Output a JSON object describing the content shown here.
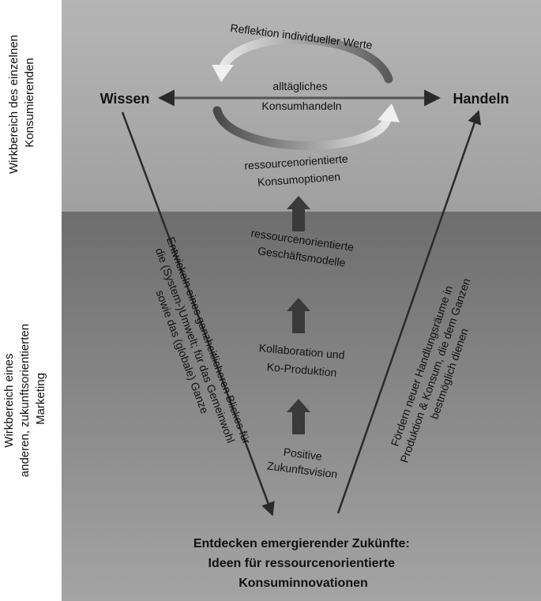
{
  "side_labels": {
    "top": [
      "Wirkbereich des einzelnen",
      "Konsumierenden"
    ],
    "bottom": [
      "Wirkbereich eines",
      "anderen,  zukunftsorientierten",
      "Marketing"
    ]
  },
  "nodes": {
    "wissen": "Wissen",
    "handeln": "Handeln",
    "cycle_top": "Reflektion individueller Werte",
    "cycle_center": [
      "alltägliches",
      "Konsumhandeln"
    ],
    "options": [
      "ressourcenorientierte",
      "Konsumoptionen"
    ],
    "business_models": [
      "ressourcenorientierte",
      "Geschäftsmodelle"
    ],
    "collaboration": [
      "Kollaboration und",
      "Ko-Produktion"
    ],
    "vision": [
      "Positive",
      "Zukunftsvision"
    ],
    "left_diagonal": [
      "Entwickeln eines ganzheitlicheren Blickes für",
      "die (System-)Umwelt; für das Gemeinwohl",
      "sowie das (globale) Ganze"
    ],
    "right_diagonal": [
      "Fördern neuer  Handlungsräume in",
      "Produktion & Konsum, die dem Ganzen",
      "bestmöglich dienen"
    ],
    "bottom_title": [
      "Entdecken emergierender Zukünfte:",
      "Ideen für ressourcenorientierte",
      "Konsuminnovationen"
    ]
  },
  "colors": {
    "upper_band_top": "#b5b5b5",
    "upper_band_bottom": "#a0a0a0",
    "lower_band_top": "#6e6e6e",
    "lower_band_bottom": "#a4a4a4",
    "arrow_dark": "#3a3a3a",
    "line_dark": "#2a2a2a"
  }
}
